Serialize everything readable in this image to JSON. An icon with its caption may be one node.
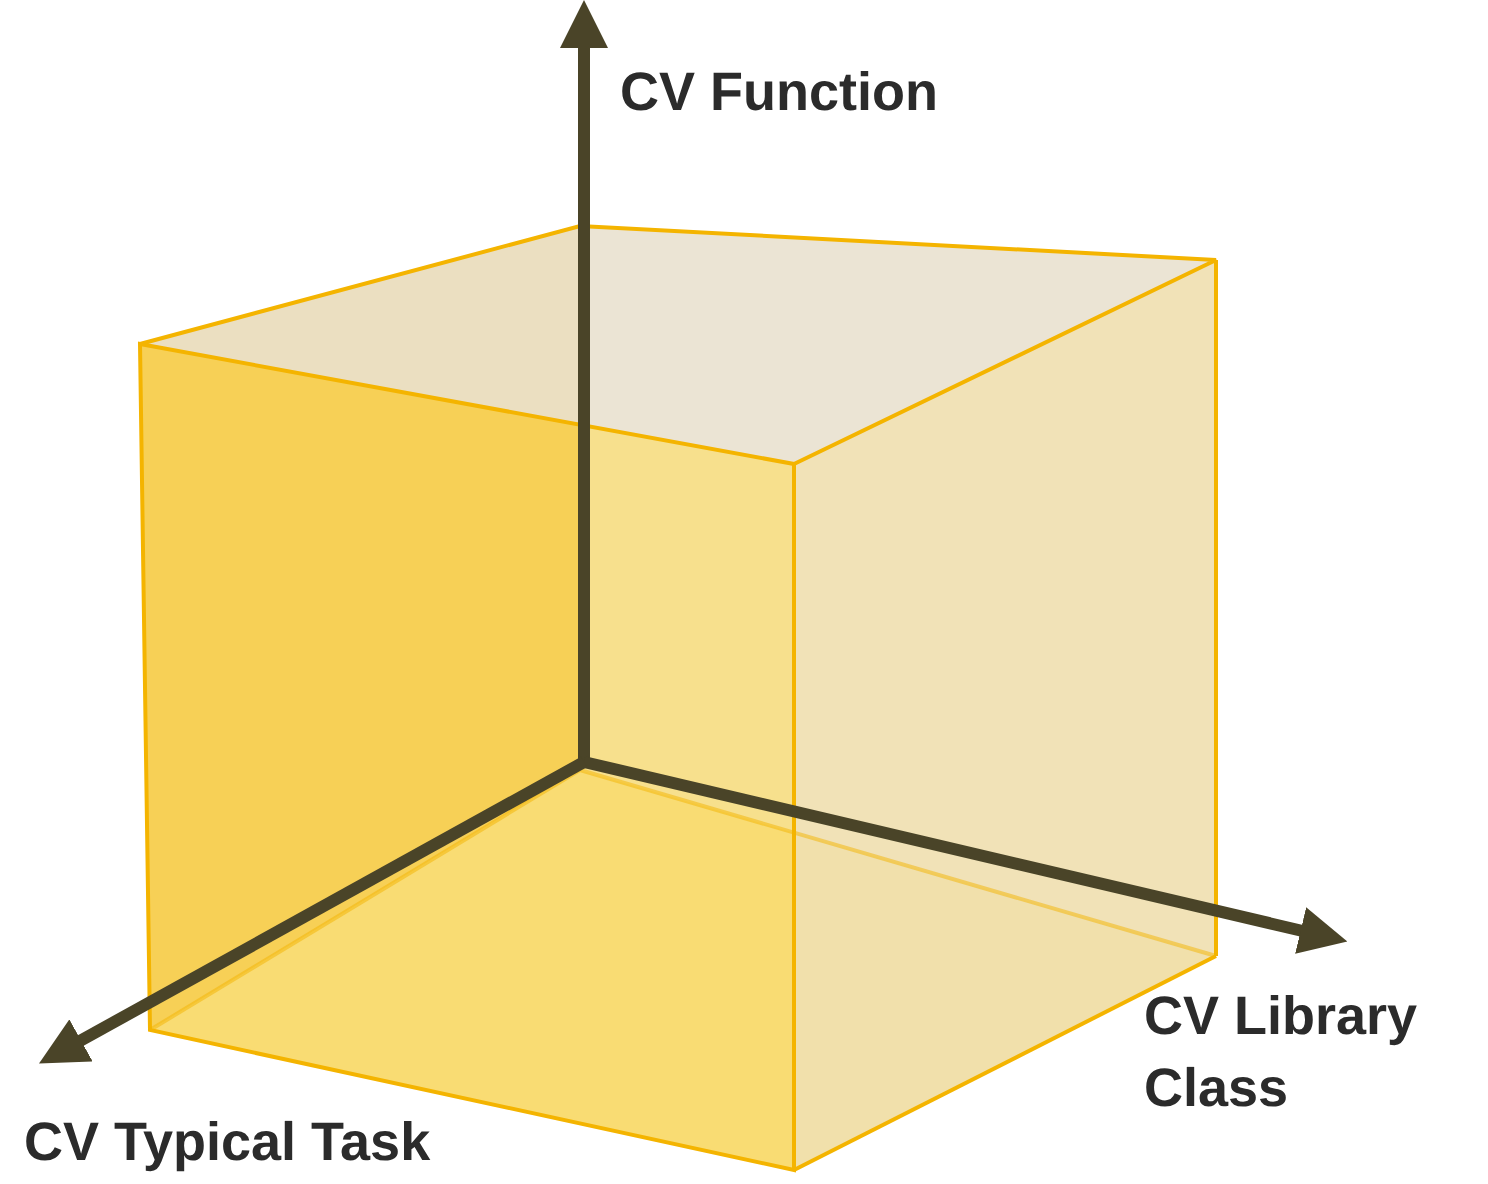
{
  "diagram": {
    "labels": [
      "CV Function",
      "CV Library Class",
      "CV Typical Task"
    ]
  }
}
